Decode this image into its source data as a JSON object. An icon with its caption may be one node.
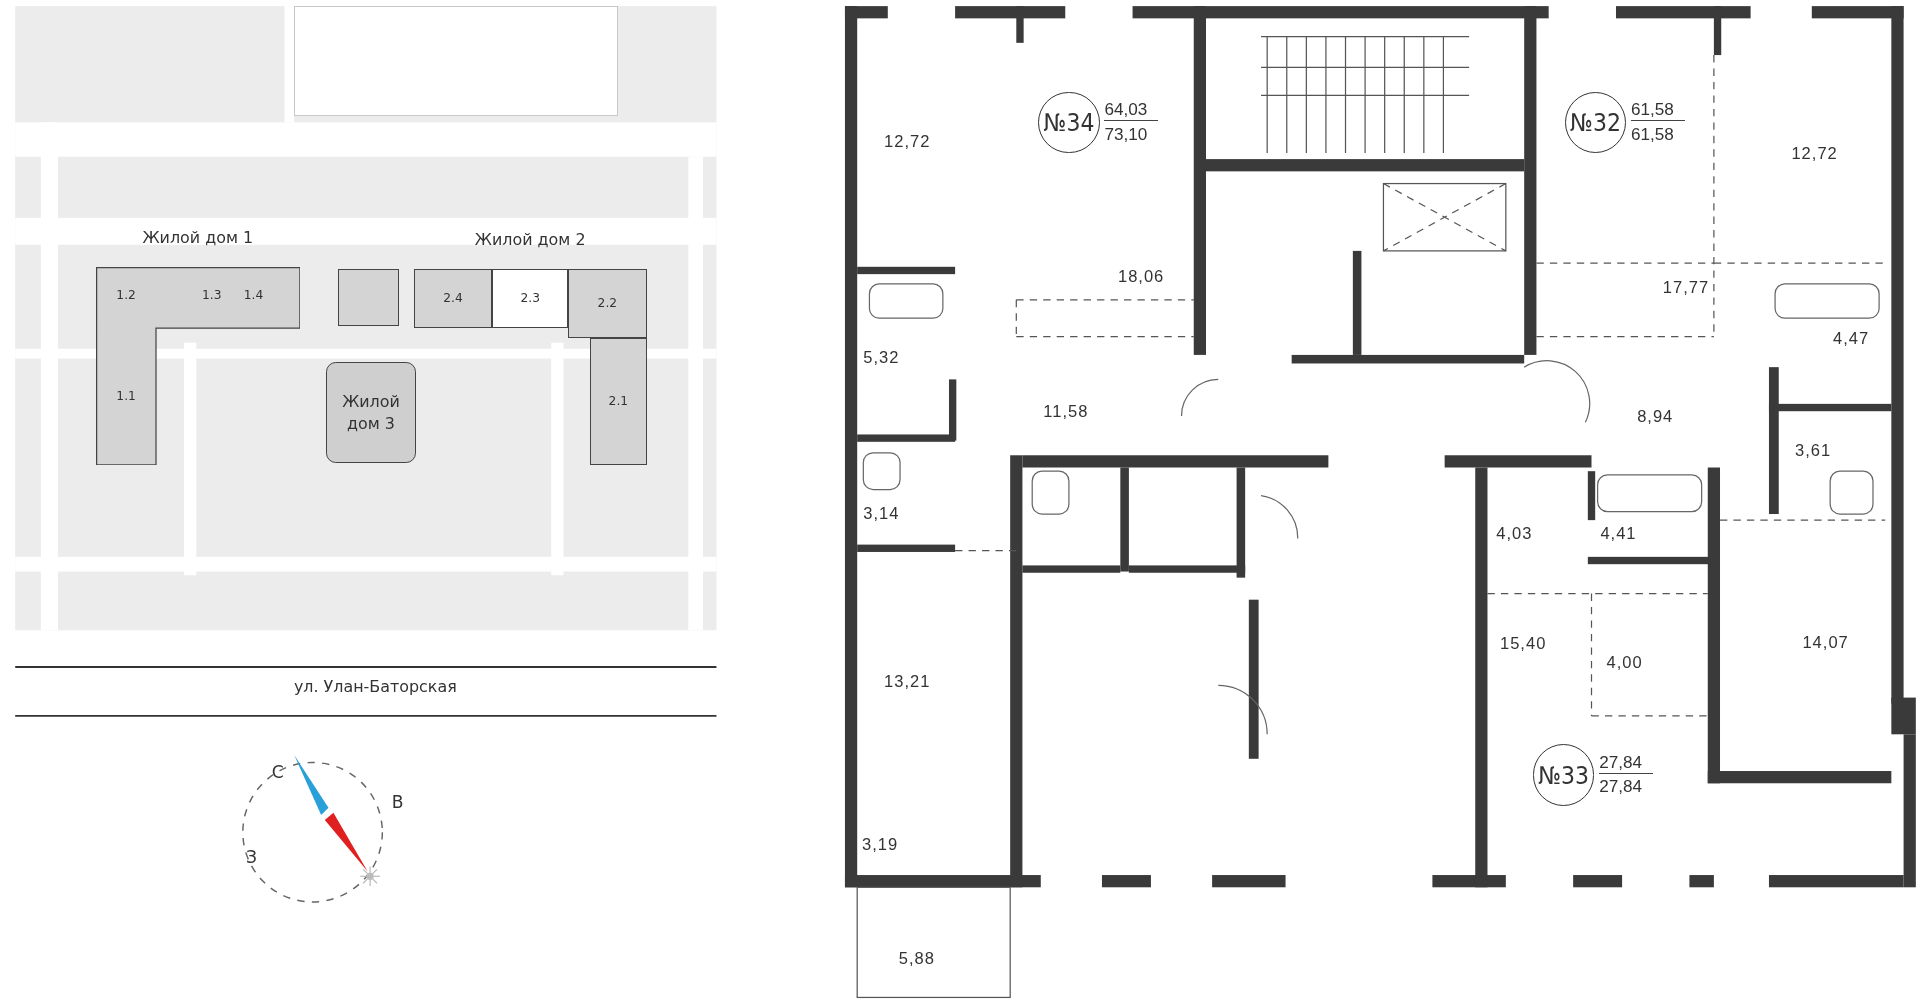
{
  "diagram": {
    "nodes": [
      {
        "text": [],
        "shape": "box"
      },
      {
        "text": [
          "Жилой дом 1",
          "1.2",
          "1.3",
          "1.4",
          "1.1"
        ]
      },
      {
        "text": [],
        "shape": "box"
      },
      {
        "text": [
          "Жилой дом 2"
        ]
      },
      {
        "text": [
          "2.4"
        ],
        "in": 3
      },
      {
        "text": [
          "2.3"
        ],
        "in": 3
      },
      {
        "text": [
          "2.2"
        ],
        "in": 3
      },
      {
        "text": [
          "2.1"
        ],
        "in": 3
      },
      {
        "text": [
          "Жилой дом 3"
        ]
      },
      {
        "text": [
          "№34"
        ],
        "beside": [
          "64,03",
          "73,10"
        ]
      },
      {
        "text": [
          "№32"
        ],
        "beside": [
          "61,58",
          "61,58"
        ]
      },
      {
        "text": [
          "№33"
        ],
        "beside": [
          "27,84",
          "27,84"
        ]
      }
    ],
    "edges": [],
    "labels": [
      "ул. Улан-Баторская",
      "С",
      "В",
      "З",
      "12,72",
      "18,06",
      "12,72",
      "17,77",
      "5,32",
      "11,58",
      "4,47",
      "8,94",
      "3,61",
      "3,14",
      "4,03",
      "4,41",
      "15,40",
      "4,00",
      "14,07",
      "13,21",
      "3,19",
      "5,88"
    ]
  }
}
